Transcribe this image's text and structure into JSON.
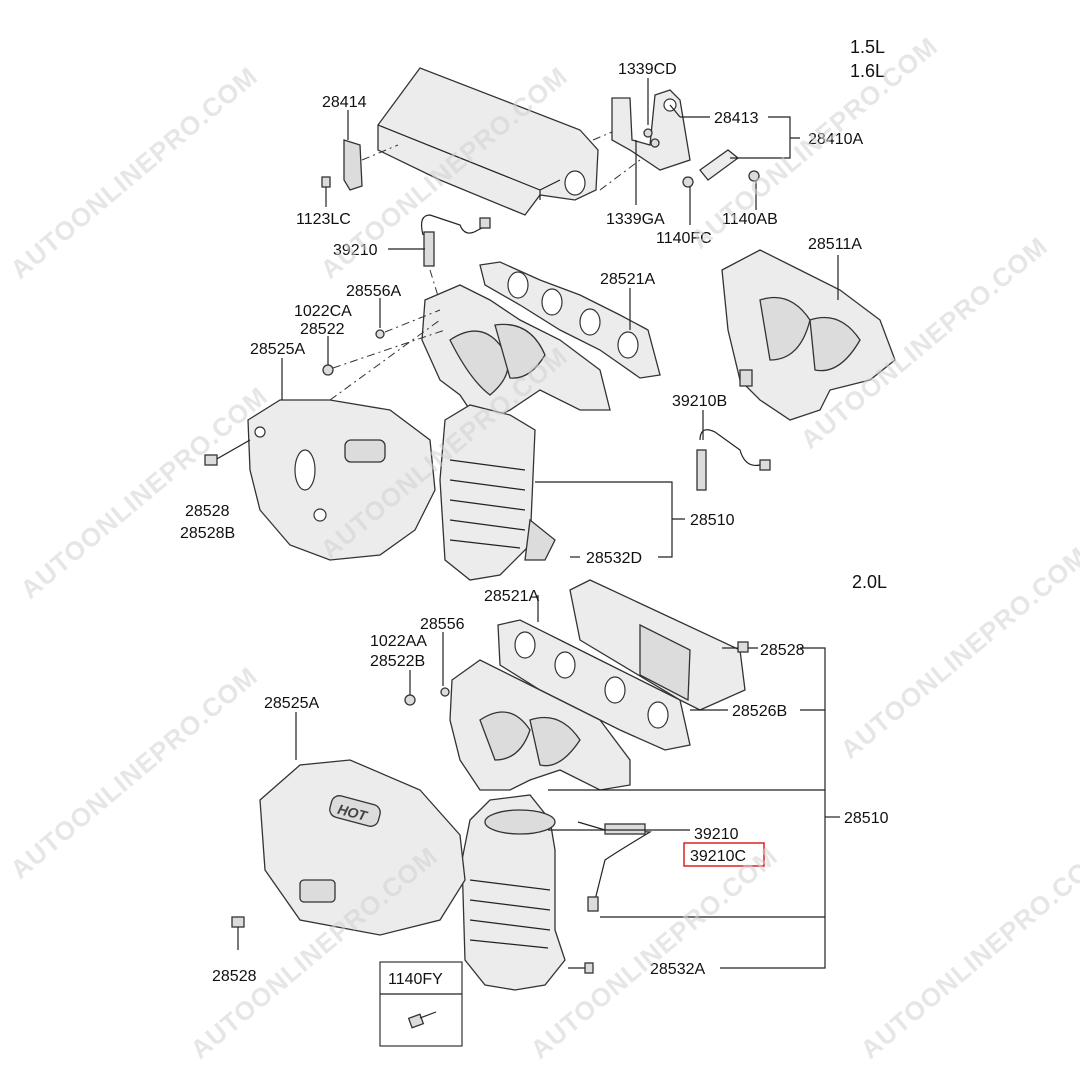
{
  "watermark": "AUTOONLINEPRO.COM",
  "engine_variants": {
    "top_a": "1.5L",
    "top_b": "1.6L",
    "bottom": "2.0L"
  },
  "upper_labels": {
    "heat_protector_bracket": "28414",
    "nut_top": "1339CD",
    "bracket": "28413",
    "bracket_assy": "28410A",
    "bolt_left": "1123LC",
    "nut_lower": "1339GA",
    "bolt_fc": "1140FC",
    "bolt_ab": "1140AB",
    "oxygen_sensor": "39210",
    "gasket": "28521A",
    "manifold_alt": "28511A",
    "stud": "28556A",
    "nut_ca": "1022CA",
    "nut_28522": "28522",
    "heat_protector": "28525A",
    "oxygen_sensor_b": "39210B",
    "bolt": "28528",
    "bolt_b": "28528B",
    "manifold_assy": "28510",
    "stay_bolt": "28532D"
  },
  "lower_labels": {
    "gasket": "28521A",
    "stud": "28556",
    "nut_aa": "1022AA",
    "nut_b": "28522B",
    "heat_protector": "28525A",
    "bolt_right": "28528",
    "protector_b": "28526B",
    "manifold_assy": "28510",
    "oxygen_sensor": "39210",
    "oxygen_sensor_c": "39210C",
    "bolt_left": "28528",
    "stay_bolt": "28532A",
    "boxed_bolt": "1140FY"
  },
  "highlight_color": "#e02020",
  "cover_text": "HOT"
}
